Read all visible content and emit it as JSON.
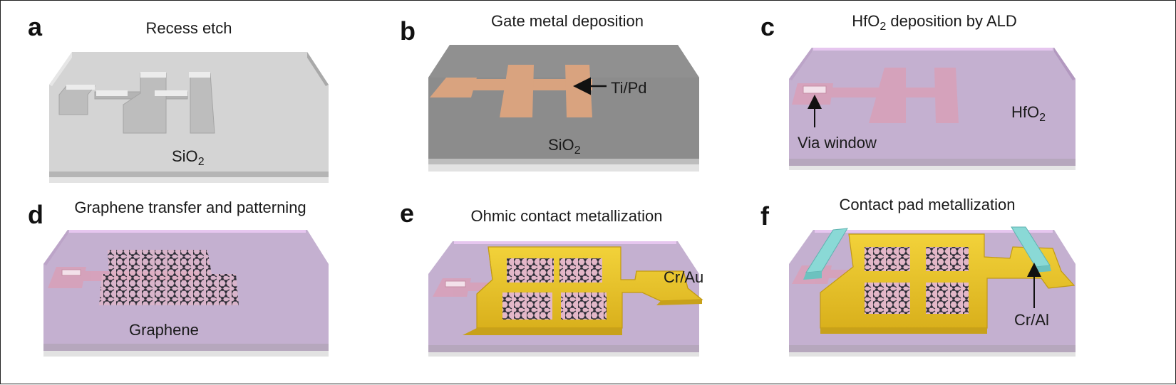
{
  "panels": [
    {
      "letter": "a",
      "title": "Recess etch",
      "labels": {
        "substrate": "SiO",
        "substrate_sub": "2"
      }
    },
    {
      "letter": "b",
      "title": "Gate metal deposition",
      "labels": {
        "gate": "Ti/Pd",
        "substrate": "SiO",
        "substrate_sub": "2"
      }
    },
    {
      "letter": "c",
      "title_pre": "HfO",
      "title_sub": "2",
      "title_post": " deposition by ALD",
      "labels": {
        "via": "Via window",
        "dielectric": "HfO",
        "dielectric_sub": "2"
      }
    },
    {
      "letter": "d",
      "title": "Graphene transfer and patterning",
      "labels": {
        "graphene": "Graphene"
      }
    },
    {
      "letter": "e",
      "title": "Ohmic contact metallization",
      "labels": {
        "contact": "Cr/Au"
      }
    },
    {
      "letter": "f",
      "title": "Contact pad metallization",
      "labels": {
        "pad": "Cr/Al"
      }
    }
  ],
  "colors": {
    "sio2_top": "#c8c8c8",
    "sio2_dark": "#8f8f8f",
    "hfo2_top": "#c9b3d4",
    "gate_metal": "#d9a37f",
    "pink_gate": "#d9a0b8",
    "gold": "#e8c22a",
    "cyan_pad": "#8ad9d6",
    "graphene": "#3a3a44"
  }
}
